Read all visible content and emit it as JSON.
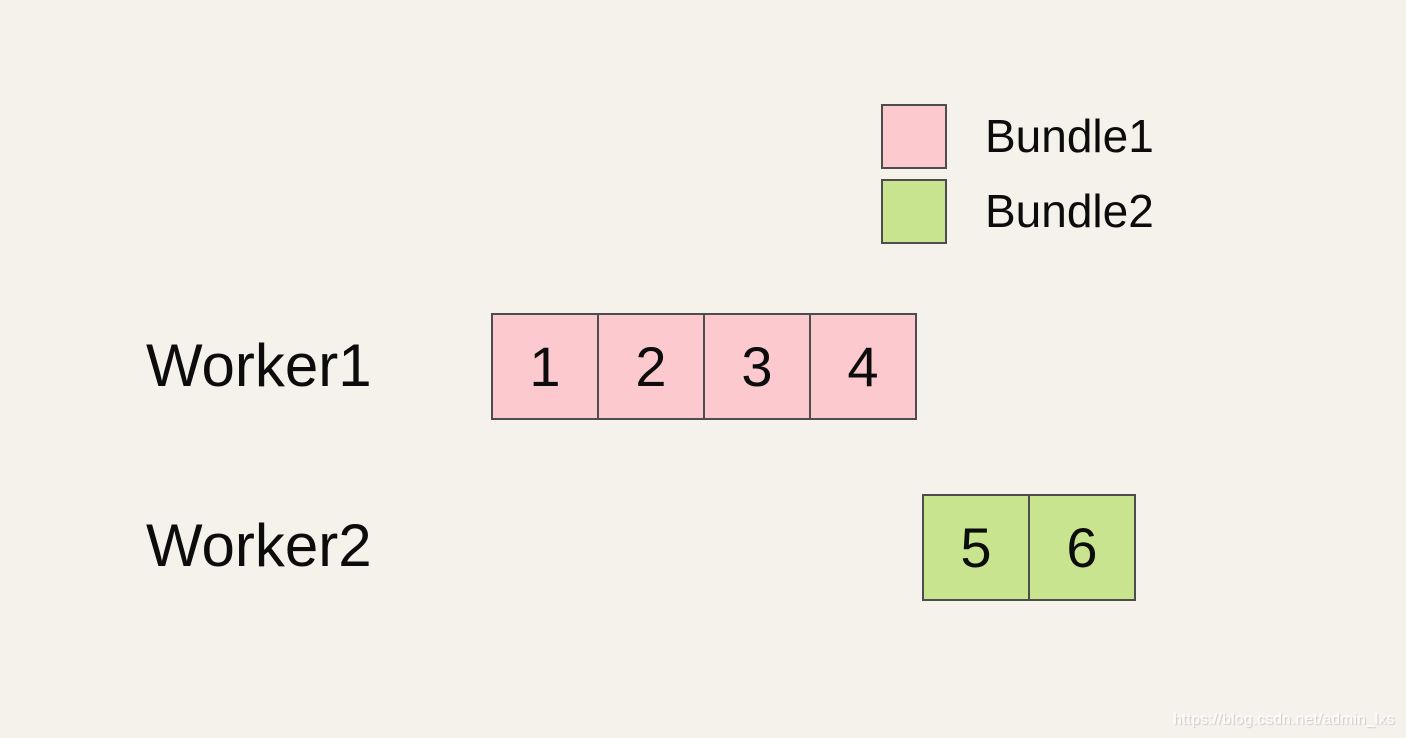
{
  "canvas": {
    "background": "#f5f2ec",
    "border_color": "#4d4d4d",
    "text_color": "#0c0c0c"
  },
  "legend": {
    "items": [
      {
        "label": "Bundle1",
        "color": "#fbc9ce"
      },
      {
        "label": "Bundle2",
        "color": "#c9e48e"
      }
    ]
  },
  "workers": [
    {
      "label": "Worker1",
      "bundle": "Bundle1",
      "color": "#fbc9ce",
      "tasks": [
        "1",
        "2",
        "3",
        "4"
      ]
    },
    {
      "label": "Worker2",
      "bundle": "Bundle2",
      "color": "#c9e48e",
      "tasks": [
        "5",
        "6"
      ]
    }
  ],
  "watermark": "https://blog.csdn.net/admin_lxs"
}
